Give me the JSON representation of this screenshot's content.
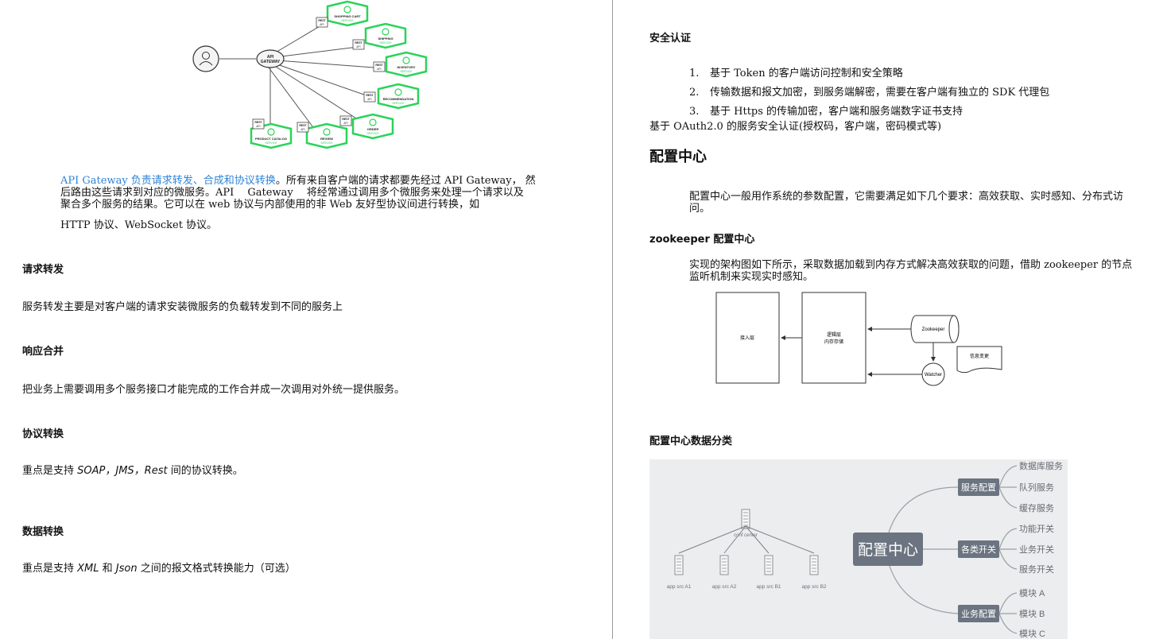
{
  "left": {
    "gateway_diagram": {
      "client_label": "",
      "gateway_label": "API GATEWAY",
      "rest_tag": "REST",
      "api_tag": "API",
      "services": [
        {
          "name": "SHOPPING CART",
          "sub": "SERVICE"
        },
        {
          "name": "SHIPPING",
          "sub": "SERVICE"
        },
        {
          "name": "INVENTORY",
          "sub": "SERVICE"
        },
        {
          "name": "RECOMMENDATION",
          "sub": "SERVICE"
        },
        {
          "name": "ORDER",
          "sub": "SERVICE"
        },
        {
          "name": "REVIEW",
          "sub": "SERVICE"
        },
        {
          "name": "PRODUCT CATALOG",
          "sub": "SERVICE"
        }
      ]
    },
    "intro": {
      "link_text": "API Gateway 负责请求转发、合成和协议转换",
      "line1_rest": "。所有来自客户端的请求都要先经过 API Gateway， 然",
      "line2": "后路由这些请求到对应的微服务。API　 Gateway　 将经常通过调用多个微服务来处理一个请求以及",
      "line3": "聚合多个服务的结果。它可以在 web 协议与内部使用的非 Web 友好型协议间进行转换，如",
      "line4": "HTTP 协议、WebSocket 协议。"
    },
    "sections": [
      {
        "title": "请求转发",
        "body": "服务转发主要是对客户端的请求安装微服务的负载转发到不同的服务上"
      },
      {
        "title": "响应合并",
        "body": "把业务上需要调用多个服务接口才能完成的工作合并成一次调用对外统一提供服务。"
      },
      {
        "title": "协议转换",
        "body_pre": "重点是支持 ",
        "body_em": "SOAP，JMS，Rest",
        "body_post": " 间的协议转换。"
      },
      {
        "title": "数据转换",
        "body_pre": "重点是支持 ",
        "body_em1": "XML",
        "body_mid": " 和 ",
        "body_em2": "Json",
        "body_post": " 之间的报文格式转换能力（可选）"
      }
    ]
  },
  "right": {
    "security_title": "安全认证",
    "security_items": [
      {
        "num": "1.",
        "text": "基于 Token 的客户端访问控制和安全策略"
      },
      {
        "num": "2.",
        "text": "传输数据和报文加密，到服务端解密，需要在客户端有独立的 SDK 代理包"
      },
      {
        "num": "3.",
        "text": "基于 Https 的传输加密，客户端和服务端数字证书支持"
      }
    ],
    "security_extra": "基于 OAuth2.0 的服务安全认证(授权码，客户端，密码模式等)",
    "config_title": "配置中心",
    "config_intro_l1": "配置中心一般用作系统的参数配置，它需要满足如下几个要求：高效获取、实时感知、分布式访",
    "config_intro_l2": "问。",
    "zk_title": "zookeeper 配置中心",
    "zk_desc_l1": "实现的架构图如下所示，采取数据加载到内存方式解决高效获取的问题，借助 zookeeper 的节点",
    "zk_desc_l2": "监听机制来实现实时感知。",
    "zk_diagram": {
      "access_layer": "接入层",
      "logic_layer_l1": "逻辑层",
      "logic_layer_l2": "内存存储",
      "zookeeper": "Zookeeper",
      "watcher": "Watcher",
      "info_change": "信息变更"
    },
    "class_title": "配置中心数据分类",
    "class_diagram": {
      "conf_center": "conf center",
      "apps": [
        "app src A1",
        "app src A2",
        "app src B1",
        "app src B2"
      ],
      "center": "配置中心",
      "branches": [
        {
          "label": "服务配置",
          "leaves": [
            "数据库服务",
            "队列服务",
            "缓存服务"
          ]
        },
        {
          "label": "各类开关",
          "leaves": [
            "功能开关",
            "业务开关",
            "服务开关"
          ]
        },
        {
          "label": "业务配置",
          "leaves": [
            "模块 A",
            "模块 B",
            "模块 C"
          ]
        }
      ]
    }
  }
}
